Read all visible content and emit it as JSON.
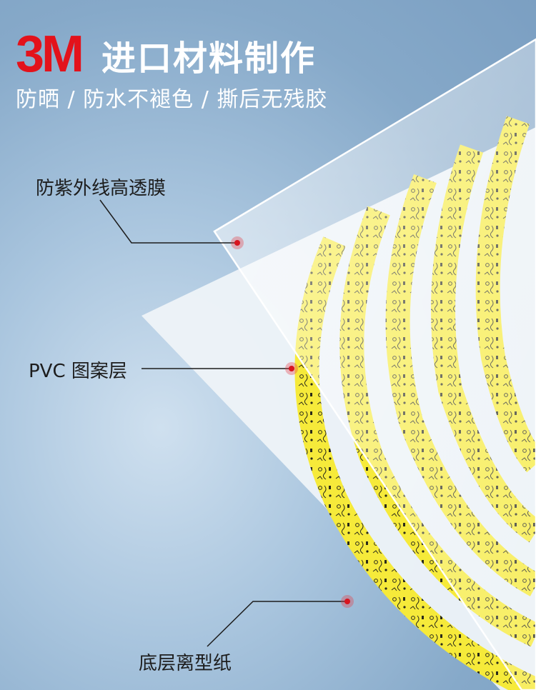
{
  "header": {
    "brand": "3M",
    "headline": "进口材料制作",
    "subline": "防晒 / 防水不褪色 / 撕后无残胶"
  },
  "layers": [
    {
      "id": "film",
      "label": "防紫外线高透膜"
    },
    {
      "id": "pvc",
      "label": "PVC 图案层"
    },
    {
      "id": "liner",
      "label": "底层离型纸"
    }
  ],
  "colors": {
    "tape_yellow": "#f7ec3c",
    "marker_red": "#d8141f",
    "brand_red": "#e3121b"
  },
  "icons": [
    "3m-logo-icon",
    "marker-dot-icon"
  ]
}
